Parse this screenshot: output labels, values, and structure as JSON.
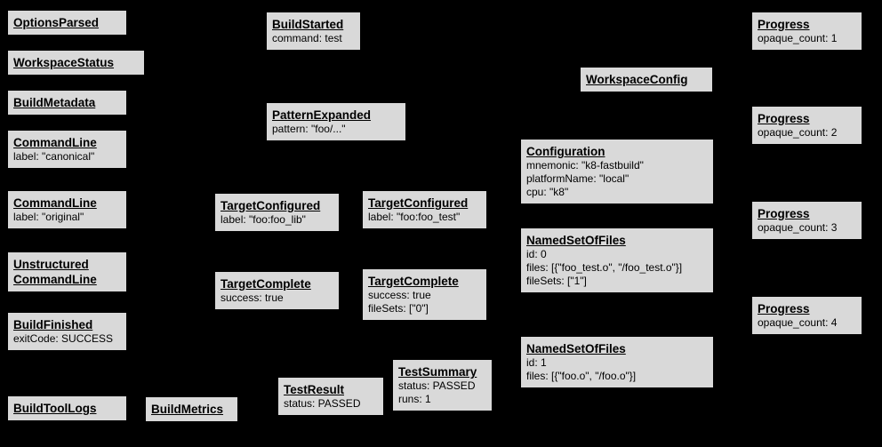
{
  "diagram": {
    "background_color": "#000000",
    "box_fill_color": "#d9d9d9",
    "box_border_color": "#000000"
  },
  "nodes": [
    {
      "id": "options-parsed",
      "title": "OptionsParsed",
      "lines": []
    },
    {
      "id": "workspace-status",
      "title": "WorkspaceStatus",
      "lines": []
    },
    {
      "id": "build-metadata",
      "title": "BuildMetadata",
      "lines": []
    },
    {
      "id": "command-line-canonical",
      "title": "CommandLine",
      "lines": [
        "label: \"canonical\""
      ]
    },
    {
      "id": "command-line-original",
      "title": "CommandLine",
      "lines": [
        "label: \"original\""
      ]
    },
    {
      "id": "unstructured-command-line",
      "title": "Unstructured\nCommandLine",
      "lines": []
    },
    {
      "id": "build-finished",
      "title": "BuildFinished",
      "lines": [
        "exitCode: SUCCESS"
      ]
    },
    {
      "id": "build-tool-logs",
      "title": "BuildToolLogs",
      "lines": []
    },
    {
      "id": "build-metrics",
      "title": "BuildMetrics",
      "lines": []
    },
    {
      "id": "build-started",
      "title": "BuildStarted",
      "lines": [
        "command: test"
      ]
    },
    {
      "id": "pattern-expanded",
      "title": "PatternExpanded",
      "lines": [
        "pattern: \"foo/...\""
      ]
    },
    {
      "id": "target-configured-lib",
      "title": "TargetConfigured",
      "lines": [
        "label: \"foo:foo_lib\""
      ]
    },
    {
      "id": "target-configured-test",
      "title": "TargetConfigured",
      "lines": [
        "label: \"foo:foo_test\""
      ]
    },
    {
      "id": "target-complete-lib",
      "title": "TargetComplete",
      "lines": [
        "success: true"
      ]
    },
    {
      "id": "target-complete-test",
      "title": "TargetComplete",
      "lines": [
        "success: true",
        "fileSets: [\"0\"]"
      ]
    },
    {
      "id": "test-result",
      "title": "TestResult",
      "lines": [
        "status: PASSED"
      ]
    },
    {
      "id": "test-summary",
      "title": "TestSummary",
      "lines": [
        "status: PASSED",
        "runs: 1"
      ]
    },
    {
      "id": "workspace-config",
      "title": "WorkspaceConfig",
      "lines": []
    },
    {
      "id": "configuration",
      "title": "Configuration",
      "lines": [
        "mnemonic: \"k8-fastbuild\"",
        "platformName: \"local\"",
        "cpu: \"k8\""
      ]
    },
    {
      "id": "named-set-of-files-0",
      "title": "NamedSetOfFiles",
      "lines": [
        "id: 0",
        "files: [{\"foo_test.o\", \"/foo_test.o\"}]",
        "fileSets: [\"1\"]"
      ]
    },
    {
      "id": "named-set-of-files-1",
      "title": "NamedSetOfFiles",
      "lines": [
        "id: 1",
        "files: [{\"foo.o\", \"/foo.o\"}]"
      ]
    },
    {
      "id": "progress-1",
      "title": "Progress",
      "lines": [
        "opaque_count: 1"
      ]
    },
    {
      "id": "progress-2",
      "title": "Progress",
      "lines": [
        "opaque_count: 2"
      ]
    },
    {
      "id": "progress-3",
      "title": "Progress",
      "lines": [
        "opaque_count: 3"
      ]
    },
    {
      "id": "progress-4",
      "title": "Progress",
      "lines": [
        "opaque_count: 4"
      ]
    }
  ]
}
